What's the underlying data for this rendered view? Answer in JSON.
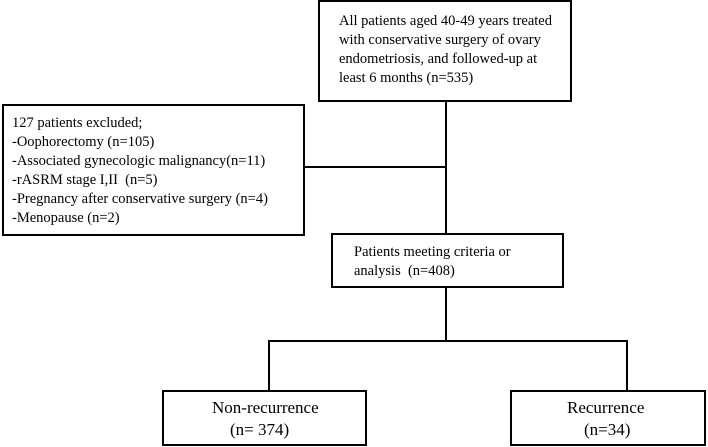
{
  "diagram": {
    "top_box": {
      "lines": [
        "All patients aged 40-49 years treated",
        "with conservative surgery of ovary",
        "endometriosis, and followed-up at",
        "least 6 months (n=535)"
      ]
    },
    "excluded_box": {
      "lines": [
        "127 patients excluded;",
        "-Oophorectomy (n=105)",
        "-Associated gynecologic malignancy(n=11)",
        "-rASRM stage I,II  (n=5)",
        "-Pregnancy after conservative surgery (n=4)",
        "-Menopause (n=2)"
      ]
    },
    "criteria_box": {
      "lines": [
        "Patients meeting criteria or",
        "analysis  (n=408)"
      ]
    },
    "nonrecurrence_box": {
      "lines": [
        "Non-recurrence",
        "(n= 374)"
      ]
    },
    "recurrence_box": {
      "lines": [
        "Recurrence",
        "(n=34)"
      ]
    }
  }
}
